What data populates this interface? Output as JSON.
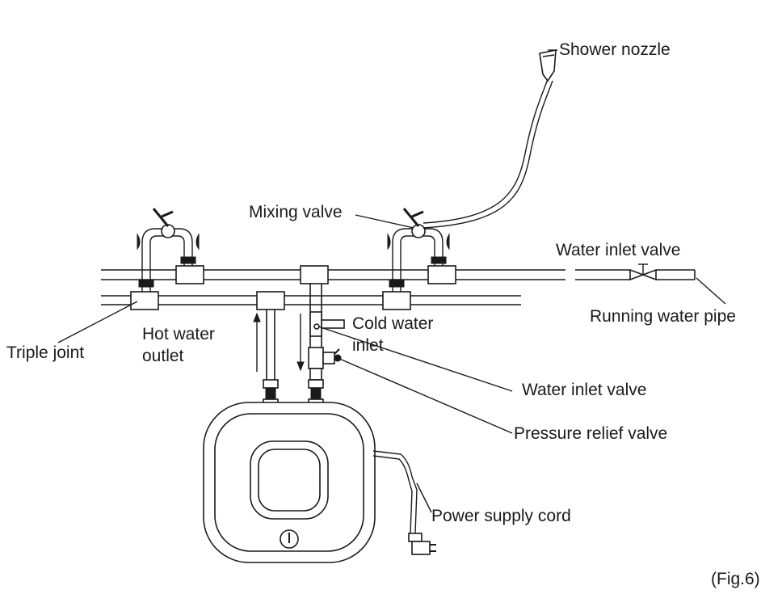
{
  "labels": {
    "shower_nozzle": "Shower nozzle",
    "mixing_valve": "Mixing valve",
    "water_inlet_valve_top": "Water inlet valve",
    "running_water_pipe": "Running water pipe",
    "cold_water_inlet_line1": "Cold water",
    "cold_water_inlet_line2": "inlet",
    "hot_water_outlet_line1": "Hot water",
    "hot_water_outlet_line2": "outlet",
    "triple_joint": "Triple joint",
    "water_inlet_valve": "Water inlet valve",
    "pressure_relief_valve": "Pressure relief valve",
    "power_supply_cord": "Power supply cord",
    "figure_number": "(Fig.6)"
  },
  "colors": {
    "line": "#1a1a1a",
    "background": "#ffffff"
  }
}
